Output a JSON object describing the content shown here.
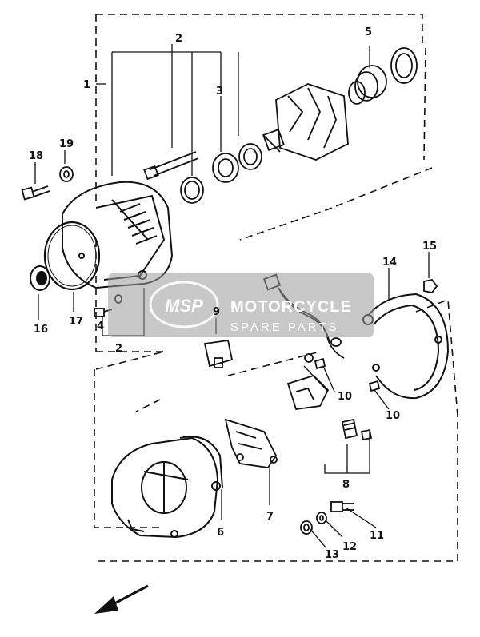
{
  "watermark": {
    "logo_text": "MSP",
    "title": "MOTORCYCLE",
    "subtitle": "SPARE PARTS"
  },
  "callouts": {
    "c1": "1",
    "c2_top": "2",
    "c2_bottom": "2",
    "c3": "3",
    "c4": "4",
    "c5": "5",
    "c6": "6",
    "c7": "7",
    "c8": "8",
    "c9": "9",
    "c10_a": "10",
    "c10_b": "10",
    "c10_c": "10",
    "c11": "11",
    "c12": "12",
    "c13": "13",
    "c14": "14",
    "c15": "15",
    "c16": "16",
    "c17": "17",
    "c18": "18",
    "c19": "19"
  },
  "colors": {
    "ink": "#111111",
    "watermark_fill": "#9a9a9a",
    "watermark_accent": "#c0392b"
  }
}
